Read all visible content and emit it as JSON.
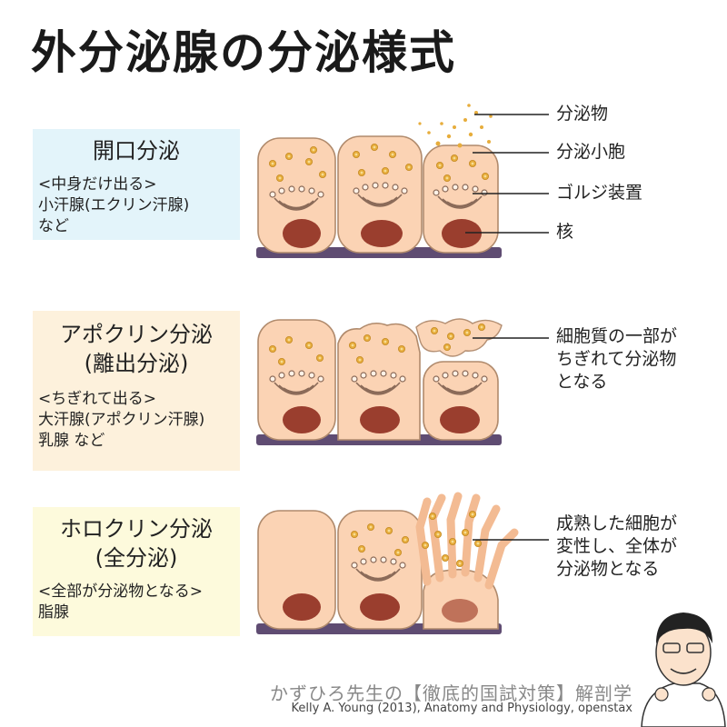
{
  "title": "外分泌腺の分泌様式",
  "panels": [
    {
      "name_lines": [
        "開口分泌"
      ],
      "desc_lines": [
        "<中身だけ出る>",
        "小汗腺(エクリン汗腺)",
        "など"
      ]
    },
    {
      "name_lines": [
        "アポクリン分泌",
        "(離出分泌)"
      ],
      "desc_lines": [
        "<ちぎれて出る>",
        "大汗腺(アポクリン汗腺)",
        "乳腺 など"
      ]
    },
    {
      "name_lines": [
        "ホロクリン分泌",
        "(全分泌)"
      ],
      "desc_lines": [
        "<全部が分泌物となる>",
        "脂腺"
      ]
    }
  ],
  "labels": {
    "secretion": "分泌物",
    "vesicle": "分泌小胞",
    "golgi": "ゴルジ装置",
    "nucleus": "核",
    "apocrine_lines": [
      "細胞質の一部が",
      "ちぎれて分泌物",
      "となる"
    ],
    "holocrine_lines": [
      "成熟した細胞が",
      "変性し、全体が",
      "分泌物となる"
    ]
  },
  "footer": {
    "brand": "かずひろ先生の【徹底的国試対策】解剖学",
    "source": "Kelly A. Young (2013), Anatomy and Physiology, openstax"
  },
  "colors": {
    "cell_fill": "#fbd3b4",
    "cell_stroke": "#b08a6c",
    "nucleus": "#9a3e2e",
    "basement": "#5f4c72",
    "granule": "#e7ad3c"
  },
  "icons": [
    "doctor-avatar-icon"
  ]
}
